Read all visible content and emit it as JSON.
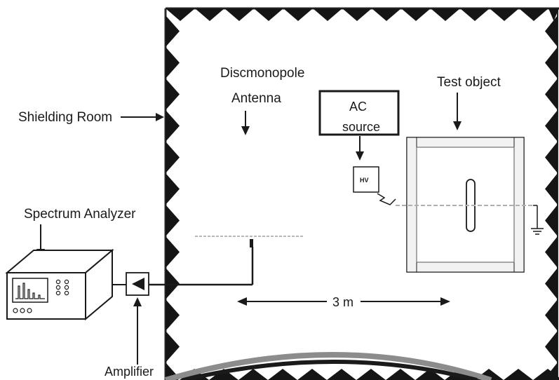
{
  "labels": {
    "shielding_room": "Shielding Room",
    "antenna_line1": "Discmonopole",
    "antenna_line2": "Antenna",
    "ac_line1": "AC",
    "ac_line2": "source",
    "hv": "HV",
    "test_object": "Test object",
    "spectrum_analyzer": "Spectrum Analyzer",
    "distance": "3 m",
    "amplifier": "Amplifier"
  },
  "colors": {
    "ink": "#1a1a1a",
    "absorber": "#151515",
    "wall": "#2b2b2b",
    "frame_light": "#f2f2f2",
    "arc_gray": "#8c8c8c"
  }
}
